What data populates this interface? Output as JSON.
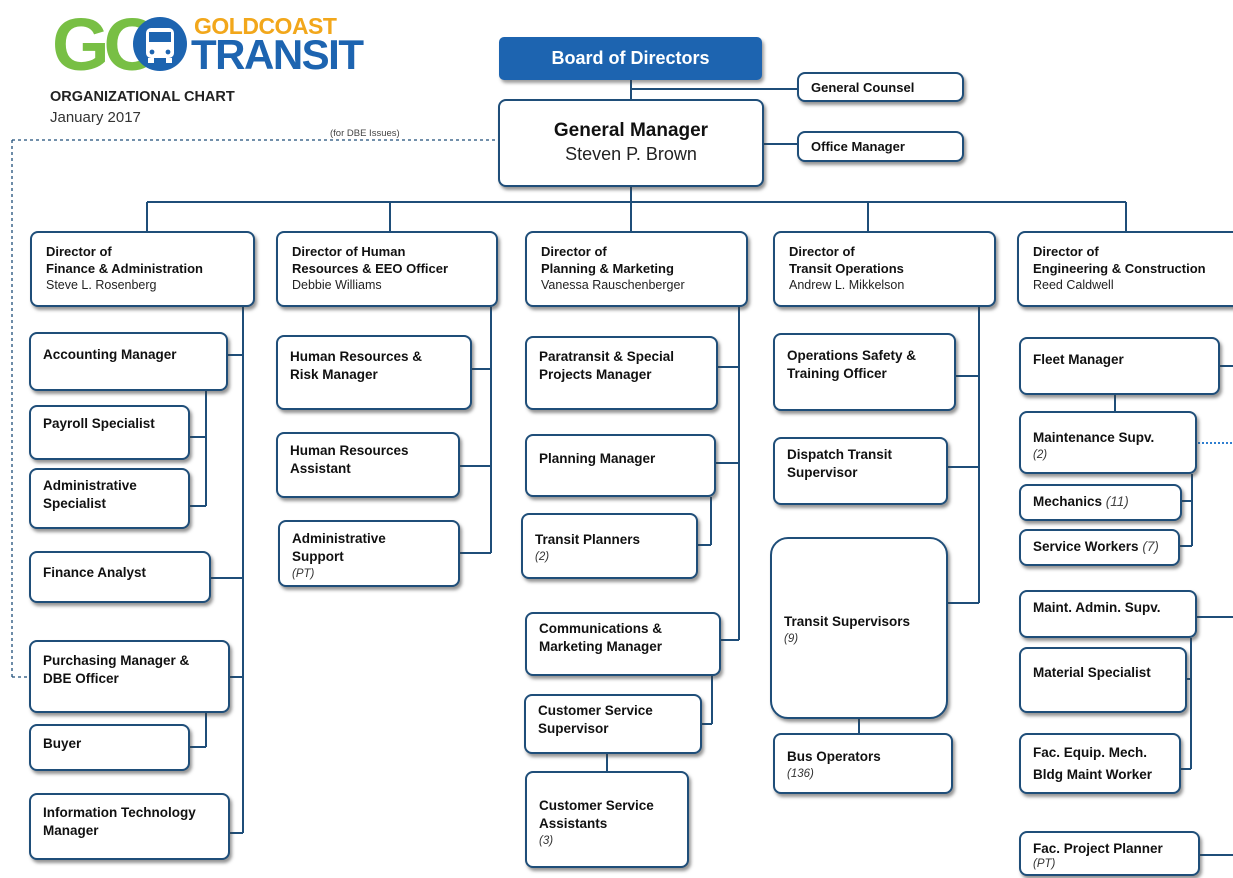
{
  "header": {
    "logo_go_letters": "GO",
    "logo_goldcoast": "GOLDCOAST",
    "logo_transit": "TRANSIT",
    "chart_title": "ORGANIZATIONAL CHART",
    "chart_date": "January 2017",
    "dbe_note": "(for DBE Issues)"
  },
  "colors": {
    "brand_blue": "#1d64b0",
    "brand_green": "#78bf44",
    "brand_gold": "#f2a71b",
    "box_border": "#1f4e79",
    "connector": "#1f4e79"
  },
  "icons": {
    "logo_bus": "bus-icon"
  },
  "top": {
    "board": "Board of Directors",
    "general_counsel": "General Counsel",
    "general_manager": {
      "title": "General Manager",
      "name": "Steven P. Brown"
    },
    "office_manager": "Office Manager"
  },
  "directors": [
    {
      "title": "Director of\nFinance & Administration",
      "name": "Steve L. Rosenberg"
    },
    {
      "title": "Director of Human\nResources & EEO Officer",
      "name": "Debbie Williams"
    },
    {
      "title": "Director of\nPlanning & Marketing",
      "name": "Vanessa Rauschenberger"
    },
    {
      "title": "Director of\nTransit Operations",
      "name": "Andrew L. Mikkelson"
    },
    {
      "title": "Director of\nEngineering & Construction",
      "name": "Reed Caldwell"
    }
  ],
  "finance": {
    "accounting_manager": "Accounting Manager",
    "payroll_specialist": "Payroll Specialist",
    "administrative_specialist": "Administrative\nSpecialist",
    "finance_analyst": "Finance Analyst",
    "purchasing_manager": "Purchasing Manager &\nDBE Officer",
    "buyer": "Buyer",
    "it_manager": "Information Technology\nManager"
  },
  "hr": {
    "hr_risk_manager": "Human Resources &\nRisk Manager",
    "hr_assistant": "Human Resources\nAssistant",
    "admin_support": "Administrative\nSupport",
    "admin_support_count": "(PT)"
  },
  "planning": {
    "paratransit_manager": "Paratransit & Special\nProjects Manager",
    "planning_manager": "Planning Manager",
    "transit_planners": "Transit Planners",
    "transit_planners_count": "(2)",
    "comm_marketing_manager": "Communications &\nMarketing Manager",
    "cs_supervisor": "Customer Service\nSupervisor",
    "cs_assistants": "Customer Service\nAssistants",
    "cs_assistants_count": "(3)"
  },
  "operations": {
    "safety_training_officer": "Operations Safety &\nTraining Officer",
    "dispatch_supervisor": "Dispatch Transit\nSupervisor",
    "transit_supervisors": "Transit Supervisors",
    "transit_supervisors_count": "(9)",
    "bus_operators": "Bus Operators",
    "bus_operators_count": "(136)"
  },
  "engineering": {
    "fleet_manager": "Fleet Manager",
    "maintenance_supv": "Maintenance Supv.",
    "maintenance_supv_count": "(2)",
    "mechanics": "Mechanics",
    "mechanics_count": "(11)",
    "service_workers": "Service Workers",
    "service_workers_count": "(7)",
    "maint_admin_supv": "Maint. Admin. Supv.",
    "material_specialist": "Material Specialist",
    "fac_equip_mech": "Fac. Equip. Mech.",
    "bldg_maint_worker": "Bldg Maint Worker",
    "fac_project_planner": "Fac. Project Planner",
    "fac_project_planner_count": "(PT)"
  }
}
